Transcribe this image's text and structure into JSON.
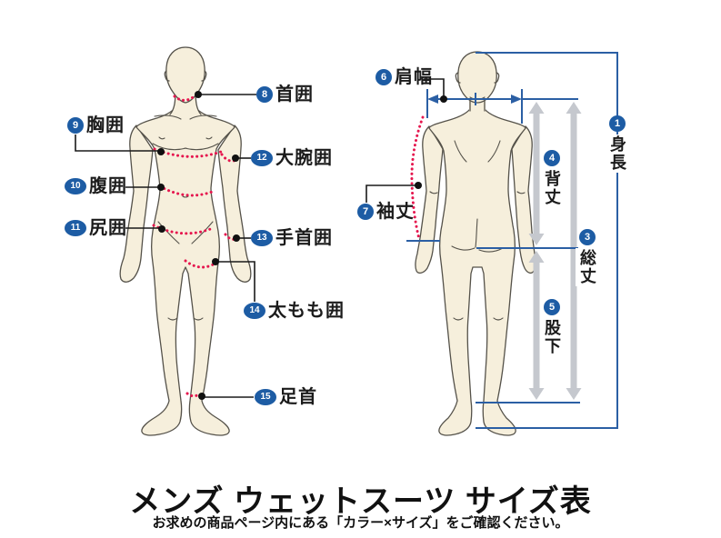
{
  "colors": {
    "badge_blue": "#1d5ca4",
    "line_blue": "#2b5fa4",
    "arrow_gray": "#c5c8ce",
    "dotted_red": "#e5164e",
    "skin": "#f6efdc",
    "outline": "#55524a",
    "text": "#1b1b1b"
  },
  "front_view": {
    "labels": [
      {
        "num": "8",
        "text": "首囲"
      },
      {
        "num": "9",
        "text": "胸囲"
      },
      {
        "num": "10",
        "text": "腹囲"
      },
      {
        "num": "11",
        "text": "尻囲"
      },
      {
        "num": "12",
        "text": "大腕囲"
      },
      {
        "num": "13",
        "text": "手首囲"
      },
      {
        "num": "14",
        "text": "太もも囲"
      },
      {
        "num": "15",
        "text": "足首"
      }
    ]
  },
  "back_view": {
    "labels": [
      {
        "num": "6",
        "text": "肩幅"
      },
      {
        "num": "7",
        "text": "袖丈"
      },
      {
        "num": "1",
        "text": "身長"
      },
      {
        "num": "4",
        "text": "背丈"
      },
      {
        "num": "3",
        "text": "総丈"
      },
      {
        "num": "5",
        "text": "股下"
      }
    ]
  },
  "footer": {
    "title": "メンズ ウェットスーツ サイズ表",
    "subtitle": "お求めの商品ページ内にある「カラー×サイズ」をご確認ください。"
  }
}
